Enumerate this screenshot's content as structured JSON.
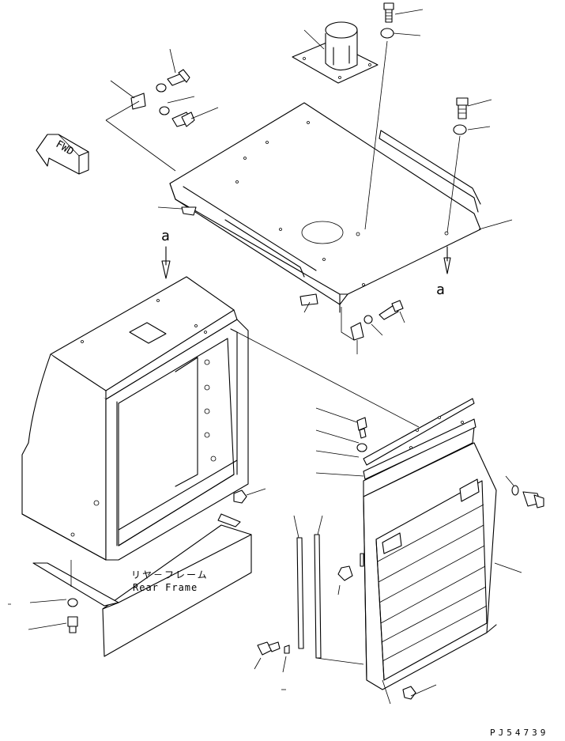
{
  "diagram": {
    "fwd_label": "FWD",
    "ref_letter_top": "a",
    "ref_letter_bottom": "a",
    "part_name_jp": "リヤ－フレーム",
    "part_name_en": "Rear Frame",
    "picture_code": "PJ54739"
  }
}
